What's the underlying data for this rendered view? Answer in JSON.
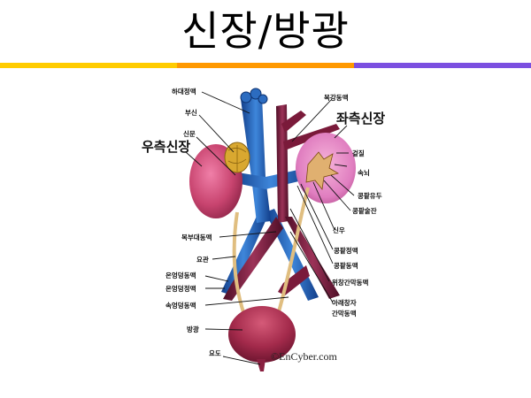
{
  "slide": {
    "title": "신장/방광",
    "rule_colors": [
      "#FFCC00",
      "#FF9900",
      "#7B4FE0"
    ]
  },
  "diagram": {
    "credit": "©EnCyber.com",
    "labels_left": {
      "inferior_vena_cava": "하대정맥",
      "adrenal_gland": "부신",
      "renal_hilum": "신문",
      "right_kidney": "우측신장",
      "abdominal_aorta": "복부대동맥",
      "ureter": "요관",
      "common_iliac_artery": "온엉덩동맥",
      "common_iliac_vein": "온엉덩정맥",
      "internal_iliac_artery": "속엉덩동맥",
      "bladder": "방광",
      "urethra": "요도"
    },
    "labels_right": {
      "celiac_artery": "복강동맥",
      "left_kidney": "좌측신장",
      "cortex": "겉질",
      "medulla": "속뇌",
      "renal_papilla": "콩팥유두",
      "renal_calyx": "콩팥술잔",
      "renal_pelvis": "신우",
      "renal_vein": "콩팥정맥",
      "renal_artery": "콩팥동맥",
      "superior_mesenteric_artery": "위창간막동맥",
      "inferior_mesenteric_artery_1": "아래창자",
      "inferior_mesenteric_artery_2": "간막동맥"
    },
    "colors": {
      "vein": "#1E5FB0",
      "artery": "#7A1A3A",
      "kidney": "#D04A7A",
      "adrenal": "#D9A830",
      "ureter": "#E0BE80",
      "bladder": "#A02848"
    }
  }
}
